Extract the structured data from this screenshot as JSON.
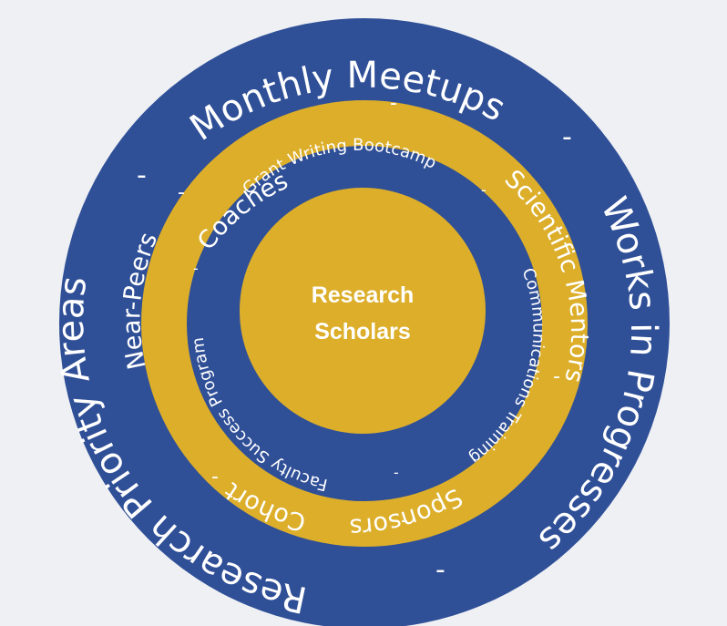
{
  "colors": {
    "background": "#eef0f4",
    "blue": "#2f4f97",
    "gold": "#dcae2a",
    "text": "#ffffff"
  },
  "outer_ring": {
    "top": "Monthly Meetups",
    "right": "Works in Progresses",
    "left": "Research Priority Areas",
    "separator": "-"
  },
  "middle_ring": {
    "items": [
      "Coaches",
      "Scientific Mentors",
      "Sponsors",
      "Cohort",
      "Near-Peers"
    ],
    "separator": "-"
  },
  "inner_ring": {
    "items": [
      "Grant Writing Bootcamp",
      "Communications Training",
      "Faculty Success Program"
    ],
    "separator": "-"
  },
  "center": {
    "line1": "Research",
    "line2": "Scholars"
  }
}
